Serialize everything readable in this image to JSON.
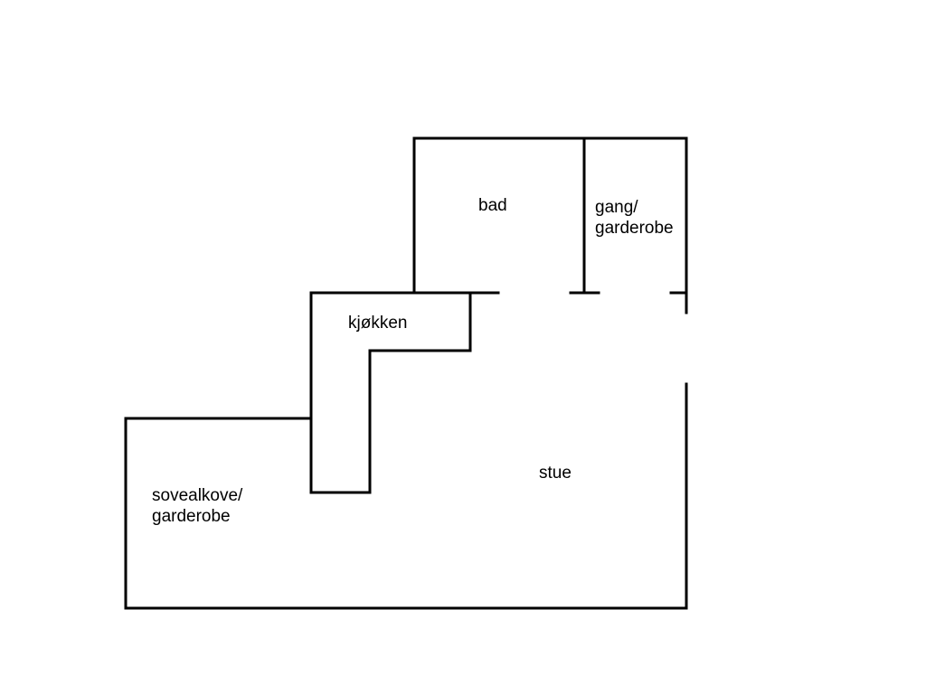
{
  "rooms": {
    "bad": {
      "line1": "bad"
    },
    "gang": {
      "line1": "gang/",
      "line2": "garderobe"
    },
    "kjokken": {
      "line1": "kjøkken"
    },
    "stue": {
      "line1": "stue"
    },
    "sovealkove": {
      "line1": "sovealkove/",
      "line2": "garderobe"
    }
  },
  "colors": {
    "wall": "#000000",
    "background": "#ffffff"
  }
}
